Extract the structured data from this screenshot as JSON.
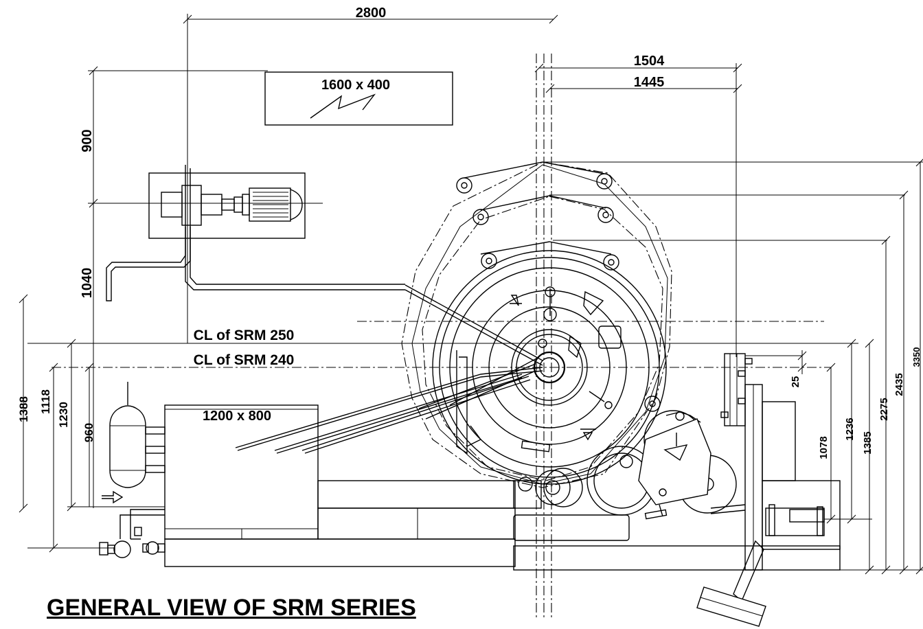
{
  "title": "GENERAL VIEW OF SRM SERIES",
  "boxes": {
    "duct": "1600 x 400",
    "tank": "1200 x 800"
  },
  "centerlines": {
    "srm250": "CL of SRM 250",
    "srm240": "CL of SRM 240"
  },
  "dimensions": {
    "d2800": "2800",
    "d1504": "1504",
    "d1445": "1445",
    "d900": "900",
    "d1040": "1040",
    "d1388": "1388",
    "d1118": "1118",
    "d1230": "1230",
    "d960": "960",
    "d25": "25",
    "d1078": "1078",
    "d1236": "1236",
    "d1385": "1385",
    "d2275": "2275",
    "d2435": "2435",
    "d3350": "3350"
  }
}
